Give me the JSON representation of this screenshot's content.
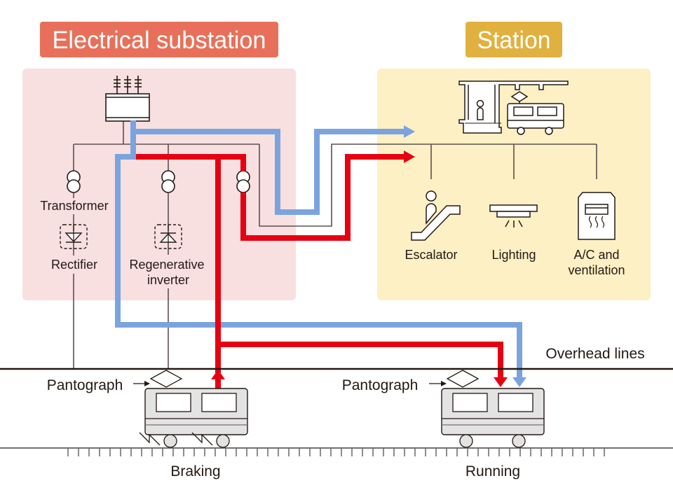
{
  "title_badges": {
    "substation": {
      "label": "Electrical substation",
      "color": "#e8705a"
    },
    "station": {
      "label": "Station",
      "color": "#e0b13f"
    }
  },
  "panels": {
    "substation_bg": "#f8dfe0",
    "station_bg": "#fcf0c4"
  },
  "substation": {
    "components": {
      "transformer": "Transformer",
      "rectifier": "Rectifier",
      "regen_line1": "Regenerative",
      "regen_line2": "inverter"
    }
  },
  "station": {
    "loads": {
      "escalator": "Escalator",
      "lighting": "Lighting",
      "ac_line1": "A/C and",
      "ac_line2": "ventilation"
    }
  },
  "track": {
    "overhead_label": "Overhead lines",
    "pantograph_label": "Pantograph",
    "braking_label": "Braking",
    "running_label": "Running"
  },
  "flows": {
    "blue": {
      "name": "power supply flow",
      "color": "#7ba4de"
    },
    "red": {
      "name": "regenerative power flow",
      "color": "#e60012"
    }
  },
  "colors": {
    "wire": "#5c5050",
    "train_fill": "#e3e3e3",
    "outline": "#231815"
  }
}
